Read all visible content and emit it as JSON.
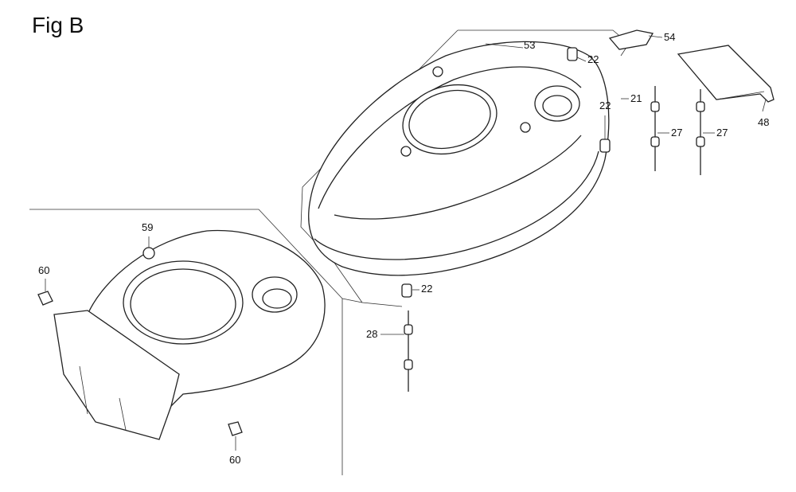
{
  "figure": {
    "title": "Fig B"
  },
  "callouts": [
    {
      "id": "c53",
      "label": "53"
    },
    {
      "id": "c54",
      "label": "54"
    },
    {
      "id": "c22a",
      "label": "22"
    },
    {
      "id": "c21",
      "label": "21"
    },
    {
      "id": "c22b",
      "label": "22"
    },
    {
      "id": "c27a",
      "label": "27"
    },
    {
      "id": "c27b",
      "label": "27"
    },
    {
      "id": "c48",
      "label": "48"
    },
    {
      "id": "c59",
      "label": "59"
    },
    {
      "id": "c60a",
      "label": "60"
    },
    {
      "id": "c22c",
      "label": "22"
    },
    {
      "id": "c28",
      "label": "28"
    },
    {
      "id": "c60b",
      "label": "60"
    }
  ]
}
